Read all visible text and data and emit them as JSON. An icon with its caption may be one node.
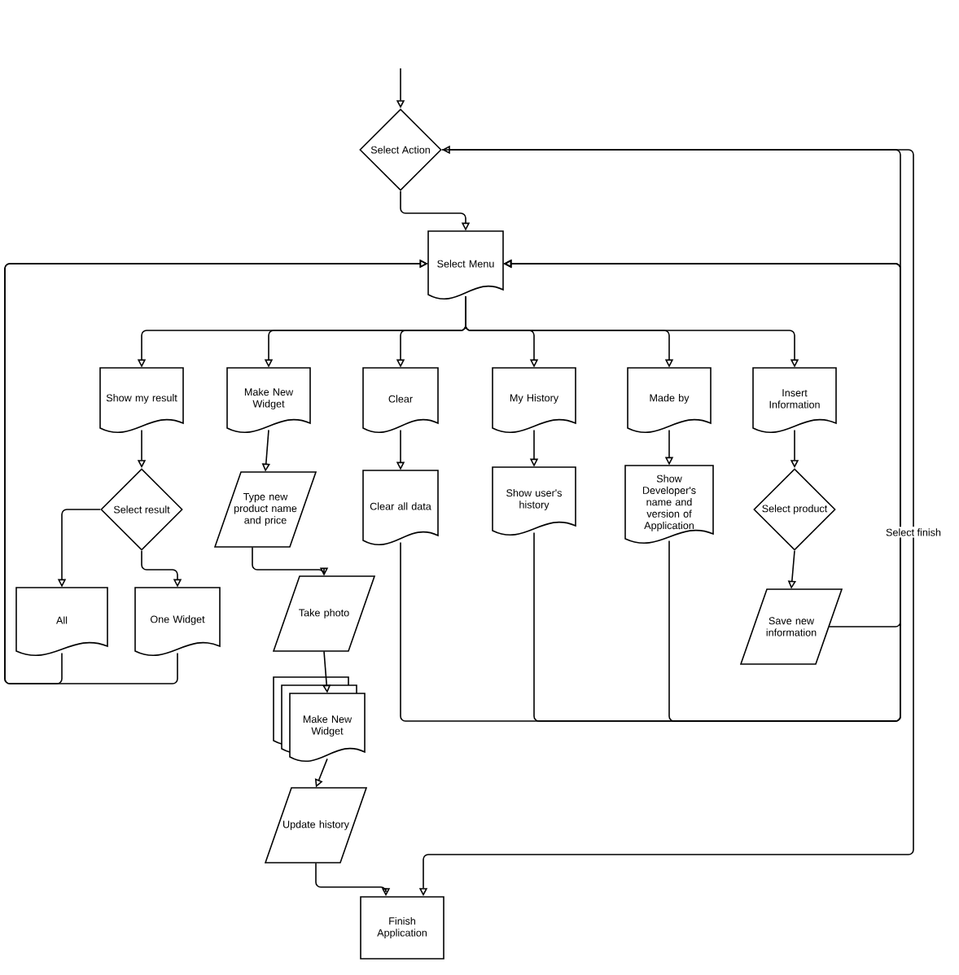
{
  "diagram": {
    "nodes": [
      {
        "text": [
          "Select Action"
        ]
      },
      {
        "text": [
          "Select Menu"
        ]
      },
      {
        "text": [
          "Show my result"
        ]
      },
      {
        "text": [
          "Make New Widget"
        ]
      },
      {
        "text": [
          "Clear"
        ]
      },
      {
        "text": [
          "My History"
        ]
      },
      {
        "text": [
          "Made by"
        ]
      },
      {
        "text": [
          "Insert Information"
        ]
      },
      {
        "text": [
          "Select result"
        ]
      },
      {
        "text": [
          "Type new product name and price"
        ]
      },
      {
        "text": [
          "Clear all data"
        ]
      },
      {
        "text": [
          "Show user's history"
        ]
      },
      {
        "text": [
          "Show Developer's name and version of Application"
        ]
      },
      {
        "text": [
          "Select product"
        ]
      },
      {
        "text": [
          "All"
        ]
      },
      {
        "text": [
          "One Widget"
        ]
      },
      {
        "text": [
          "Take photo"
        ]
      },
      {
        "text": [
          "Make New Widget"
        ]
      },
      {
        "text": [
          "Save new information"
        ]
      },
      {
        "text": [
          "Update history"
        ]
      },
      {
        "text": [
          "Finish Application"
        ]
      }
    ],
    "edges": [
      {
        "from": null,
        "to": 0,
        "arrow": "to"
      },
      {
        "from": 0,
        "to": 1,
        "arrow": "to"
      },
      {
        "from": 1,
        "to": 2,
        "arrow": "to"
      },
      {
        "from": 1,
        "to": 3,
        "arrow": "to"
      },
      {
        "from": 1,
        "to": 4,
        "arrow": "to"
      },
      {
        "from": 1,
        "to": 5,
        "arrow": "to"
      },
      {
        "from": 1,
        "to": 6,
        "arrow": "to"
      },
      {
        "from": 1,
        "to": 7,
        "arrow": "to"
      },
      {
        "from": 2,
        "to": 8,
        "arrow": "to"
      },
      {
        "from": 8,
        "to": 14,
        "arrow": "to"
      },
      {
        "from": 8,
        "to": 15,
        "arrow": "to"
      },
      {
        "from": 14,
        "to": 1,
        "arrow": "to"
      },
      {
        "from": 15,
        "to": 1,
        "arrow": "to"
      },
      {
        "from": 3,
        "to": 9,
        "arrow": "to"
      },
      {
        "from": 9,
        "to": 16,
        "arrow": "to"
      },
      {
        "from": 16,
        "to": 17,
        "arrow": "to"
      },
      {
        "from": 17,
        "to": 19,
        "arrow": "to"
      },
      {
        "from": 19,
        "to": 20,
        "arrow": "to"
      },
      {
        "from": 4,
        "to": 10,
        "arrow": "to"
      },
      {
        "from": 5,
        "to": 11,
        "arrow": "to"
      },
      {
        "from": 6,
        "to": 12,
        "arrow": "to"
      },
      {
        "from": 7,
        "to": 13,
        "arrow": "to"
      },
      {
        "from": 13,
        "to": 18,
        "arrow": "to"
      },
      {
        "from": 10,
        "to": 1,
        "arrow": "to"
      },
      {
        "from": 11,
        "to": 1,
        "arrow": "to"
      },
      {
        "from": 12,
        "to": 1,
        "arrow": "to"
      },
      {
        "from": 18,
        "to": 0,
        "arrow": "to"
      },
      {
        "from": 0,
        "to": 20,
        "arrow": "to",
        "label": "Select finish"
      }
    ]
  }
}
